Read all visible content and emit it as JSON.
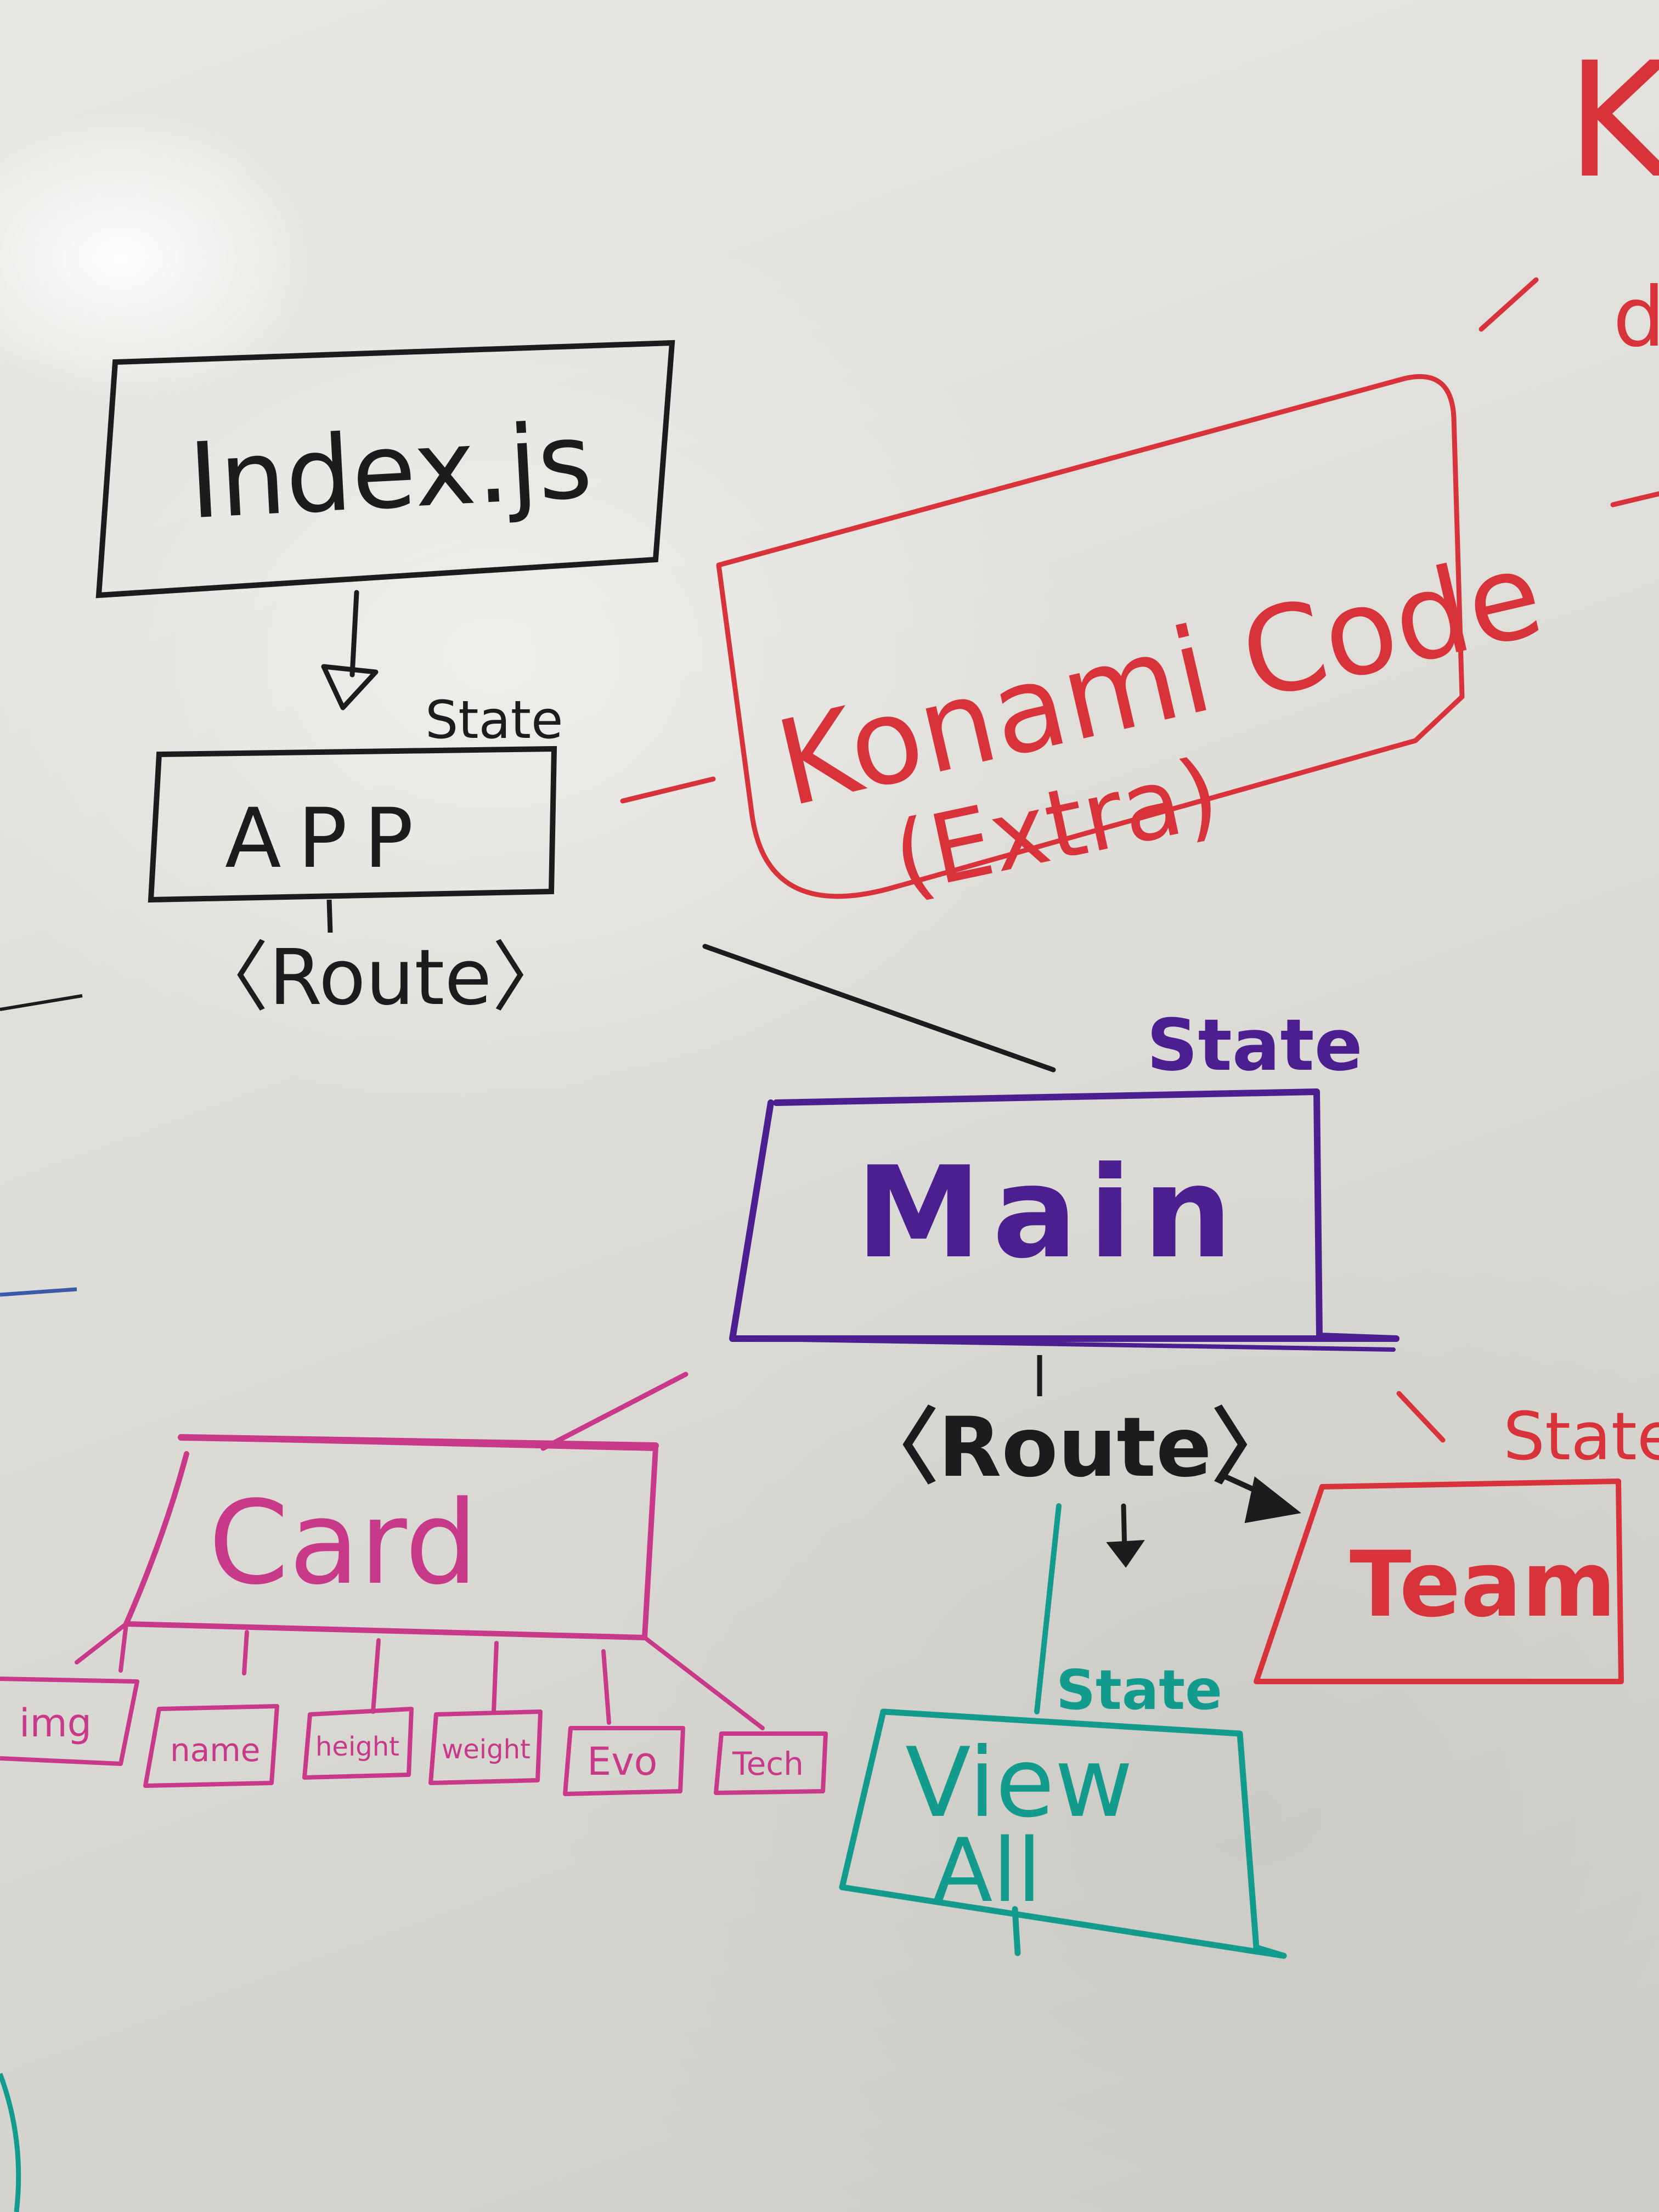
{
  "nodes": {
    "index": "Index.js",
    "app": "APP",
    "app_state": "State",
    "app_route": "〈Route〉",
    "konami": "Konami Code",
    "konami_extra": "(Extra)",
    "main_state": "State",
    "main": "Main",
    "main_route": "〈Route〉",
    "team_state": "State",
    "team": "Team",
    "card": "Card",
    "viewall_state": "State",
    "viewall_line1": "View",
    "viewall_line2": "All",
    "right_edge_letter": "K",
    "right_edge_letter2": "d"
  },
  "card_children": [
    "img",
    "name",
    "height",
    "weight",
    "Evo",
    "Tech"
  ],
  "colors": {
    "black": "#1c1c1e",
    "red": "#d8323a",
    "purple": "#4b1f8f",
    "pink": "#c8398a",
    "teal": "#139c8e",
    "blue": "#3a5aa8"
  }
}
